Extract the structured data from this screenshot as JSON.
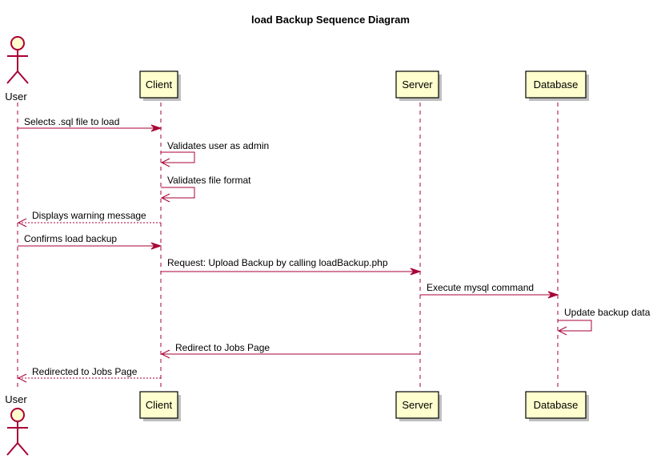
{
  "title": "load Backup Sequence Diagram",
  "participants": {
    "user": "User",
    "client": "Client",
    "server": "Server",
    "database": "Database"
  },
  "messages": [
    {
      "from": "user",
      "to": "client",
      "label": "Selects .sql file to load",
      "style": "solid"
    },
    {
      "from": "client",
      "to": "client",
      "label": "Validates user as admin",
      "style": "solid"
    },
    {
      "from": "client",
      "to": "client",
      "label": "Validates file format",
      "style": "solid"
    },
    {
      "from": "client",
      "to": "user",
      "label": "Displays warning message",
      "style": "dashed"
    },
    {
      "from": "user",
      "to": "client",
      "label": "Confirms load backup",
      "style": "solid"
    },
    {
      "from": "client",
      "to": "server",
      "label": "Request: Upload Backup by calling loadBackup.php",
      "style": "solid"
    },
    {
      "from": "server",
      "to": "database",
      "label": "Execute mysql command",
      "style": "solid"
    },
    {
      "from": "database",
      "to": "database",
      "label": "Update backup data",
      "style": "solid"
    },
    {
      "from": "server",
      "to": "client",
      "label": "Redirect to Jobs Page",
      "style": "solid"
    },
    {
      "from": "client",
      "to": "user",
      "label": "Redirected to Jobs Page",
      "style": "dashed"
    }
  ],
  "colors": {
    "line": "#A80036",
    "box_fill": "#FEFECE",
    "box_border": "#000000"
  }
}
